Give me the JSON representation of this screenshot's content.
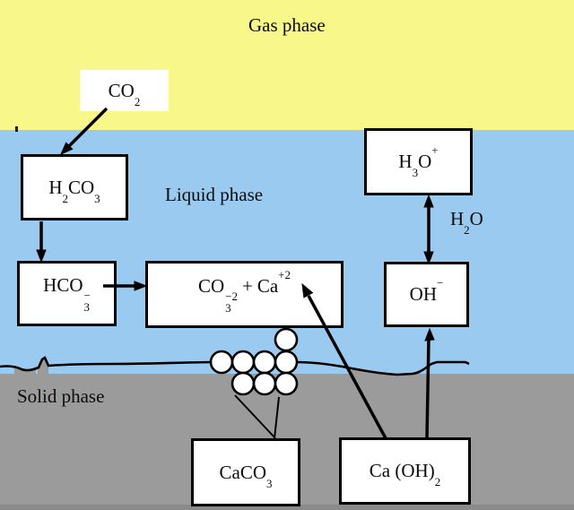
{
  "phases": {
    "gas": {
      "label": "Gas phase",
      "color": "#f8f78a"
    },
    "liquid": {
      "label": "Liquid phase",
      "color": "#9bcaf0"
    },
    "solid": {
      "label": "Solid phase",
      "color": "#9b9b9b"
    }
  },
  "species": {
    "co2": {
      "base": "CO",
      "sub": "2"
    },
    "h2co3": {
      "p1": "H",
      "s1": "2",
      "p2": "CO",
      "s2": "3"
    },
    "hco3": {
      "base": "HCO",
      "sup": "−",
      "sub": "3"
    },
    "co3ca": {
      "base": "CO",
      "sup": "−2",
      "sub": "3",
      "plus": "+",
      "base2": "Ca",
      "sup2": "+2"
    },
    "h3o": {
      "p1": "H",
      "s1": "3",
      "p2": "O",
      "sup": "+"
    },
    "h2o": {
      "p1": "H",
      "s1": "2",
      "p2": "O"
    },
    "oh": {
      "base": "OH",
      "sup": "−"
    },
    "caco3": {
      "base": "CaCO",
      "sub": "3"
    },
    "caoh2": {
      "base": "Ca (OH)",
      "sub": "2"
    }
  }
}
